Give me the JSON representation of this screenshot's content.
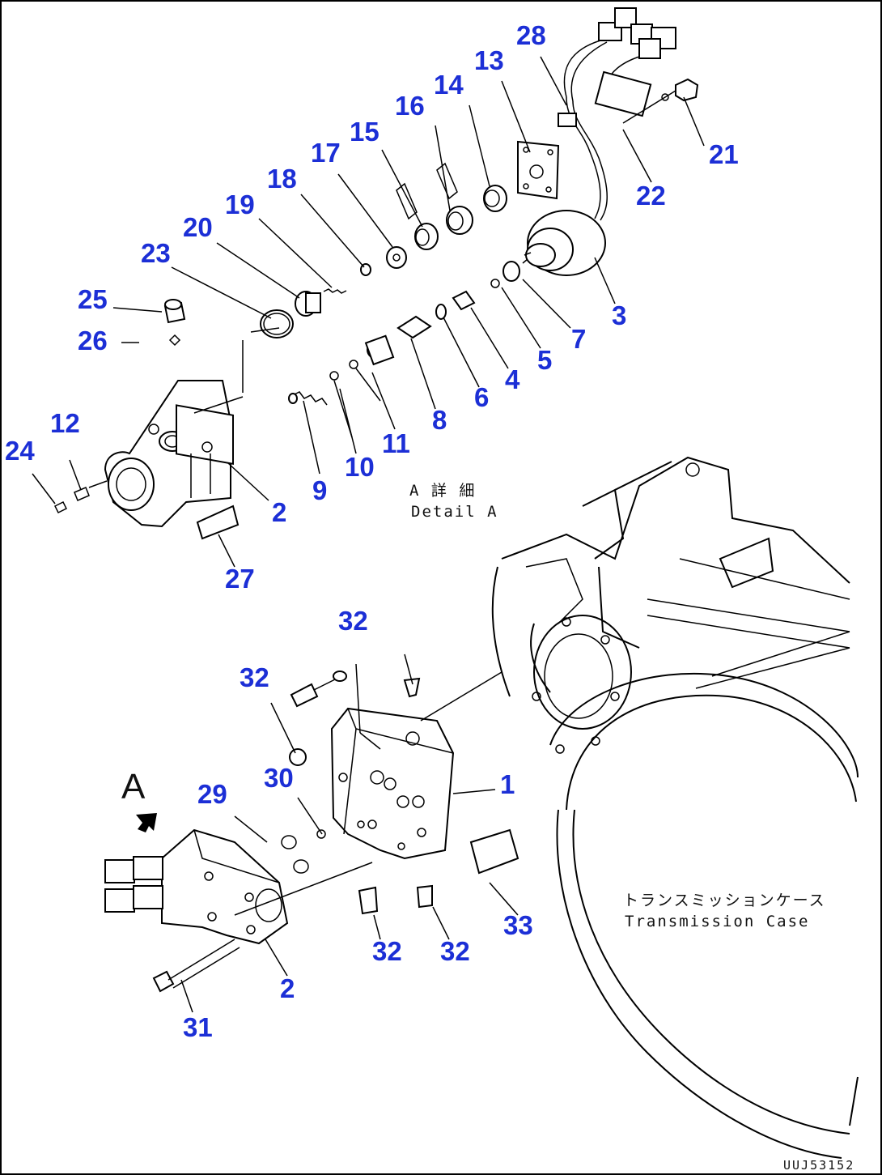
{
  "diagram": {
    "detail_label_jp": "A 詳 細",
    "detail_label_en": "Detail A",
    "case_label_jp": "トランスミッションケース",
    "case_label_en": "Transmission Case",
    "view_marker": "A",
    "doc_id": "UUJ53152",
    "callout_color": "#1c2fd6"
  },
  "callouts": [
    {
      "id": "c28",
      "label": "28"
    },
    {
      "id": "c13",
      "label": "13"
    },
    {
      "id": "c14",
      "label": "14"
    },
    {
      "id": "c16",
      "label": "16"
    },
    {
      "id": "c15",
      "label": "15"
    },
    {
      "id": "c17",
      "label": "17"
    },
    {
      "id": "c18",
      "label": "18"
    },
    {
      "id": "c19",
      "label": "19"
    },
    {
      "id": "c20",
      "label": "20"
    },
    {
      "id": "c23",
      "label": "23"
    },
    {
      "id": "c25",
      "label": "25"
    },
    {
      "id": "c26",
      "label": "26"
    },
    {
      "id": "c21",
      "label": "21"
    },
    {
      "id": "c22",
      "label": "22"
    },
    {
      "id": "c3",
      "label": "3"
    },
    {
      "id": "c7",
      "label": "7"
    },
    {
      "id": "c5",
      "label": "5"
    },
    {
      "id": "c4",
      "label": "4"
    },
    {
      "id": "c6",
      "label": "6"
    },
    {
      "id": "c8",
      "label": "8"
    },
    {
      "id": "c11",
      "label": "11"
    },
    {
      "id": "c10",
      "label": "10"
    },
    {
      "id": "c9",
      "label": "9"
    },
    {
      "id": "c12",
      "label": "12"
    },
    {
      "id": "c24",
      "label": "24"
    },
    {
      "id": "c2a",
      "label": "2"
    },
    {
      "id": "c27",
      "label": "27"
    },
    {
      "id": "c32a",
      "label": "32"
    },
    {
      "id": "c32b",
      "label": "32"
    },
    {
      "id": "c1",
      "label": "1"
    },
    {
      "id": "c30",
      "label": "30"
    },
    {
      "id": "c29",
      "label": "29"
    },
    {
      "id": "c33",
      "label": "33"
    },
    {
      "id": "c32c",
      "label": "32"
    },
    {
      "id": "c32d",
      "label": "32"
    },
    {
      "id": "c2b",
      "label": "2"
    },
    {
      "id": "c31",
      "label": "31"
    }
  ]
}
